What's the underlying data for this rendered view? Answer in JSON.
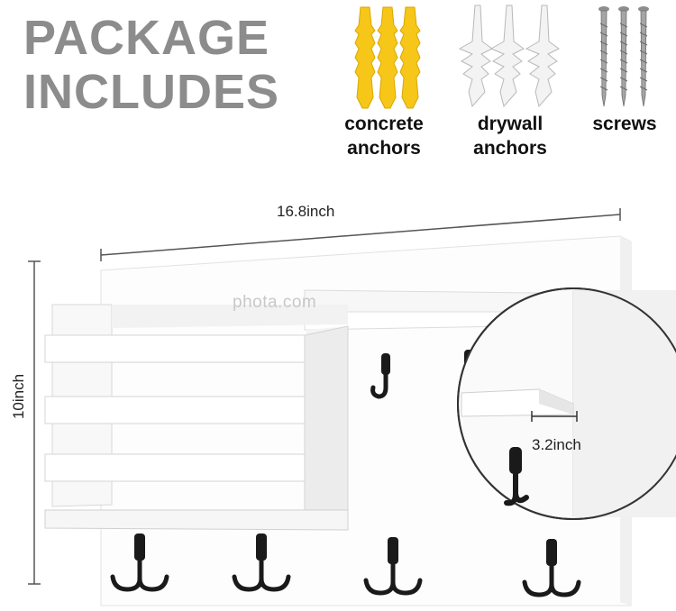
{
  "headline": {
    "line1": "PACKAGE",
    "line2": "INCLUDES"
  },
  "accessories": [
    {
      "label_line1": "concrete",
      "label_line2": "anchors",
      "icon": "concrete-anchor-icon",
      "color": "#f5c518"
    },
    {
      "label_line1": "drywall",
      "label_line2": "anchors",
      "icon": "drywall-anchor-icon",
      "color": "#eeeeee"
    },
    {
      "label_line1": "screws",
      "label_line2": "",
      "icon": "screw-icon",
      "color": "#9a9a9a"
    }
  ],
  "dimensions": {
    "width": "16.8inch",
    "height": "10inch",
    "depth": "3.2inch"
  },
  "watermark": "phota.com",
  "product": {
    "body_color": "#ffffff",
    "hook_color": "#1a1a1a",
    "hook_count": 6
  }
}
